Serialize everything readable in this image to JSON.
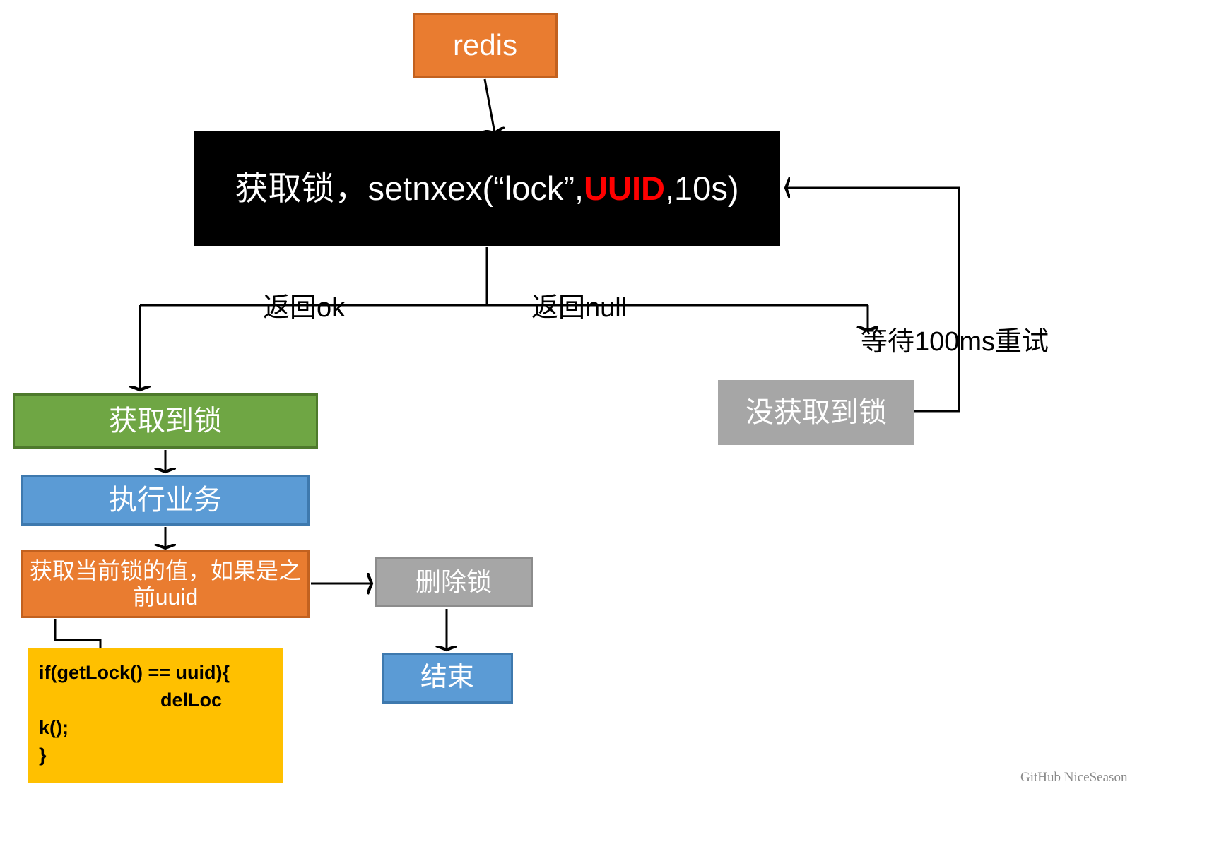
{
  "diagram": {
    "title": "redis distributed lock flow",
    "colors": {
      "orange": "#E97C30",
      "black": "#000000",
      "green": "#6FA644",
      "blue": "#5B9BD5",
      "gray": "#A6A6A6",
      "yellow": "#FFC000",
      "red_accent": "#FF0000",
      "edge": "#000000"
    },
    "nodes": {
      "redis": {
        "label": "redis"
      },
      "acquire": {
        "prefix": "获取锁，setnxex(“lock”,",
        "highlight": "UUID",
        "suffix": ",10s)"
      },
      "got_lock": {
        "label": "获取到锁"
      },
      "exec_business": {
        "label": "执行业务"
      },
      "check_value": {
        "label": "获取当前锁的值，如果是之前uuid"
      },
      "not_got_lock": {
        "label": "没获取到锁"
      },
      "delete_lock": {
        "label": "删除锁"
      },
      "end": {
        "label": "结束"
      },
      "code_snippet": {
        "line1": "if(getLock() == uuid){",
        "line2": "delLoc",
        "line3": "k();",
        "line4": "}"
      }
    },
    "edge_labels": {
      "ok": "返回ok",
      "null": "返回null",
      "retry": "等待100ms重试"
    },
    "watermark": "GitHub NiceSeason"
  }
}
